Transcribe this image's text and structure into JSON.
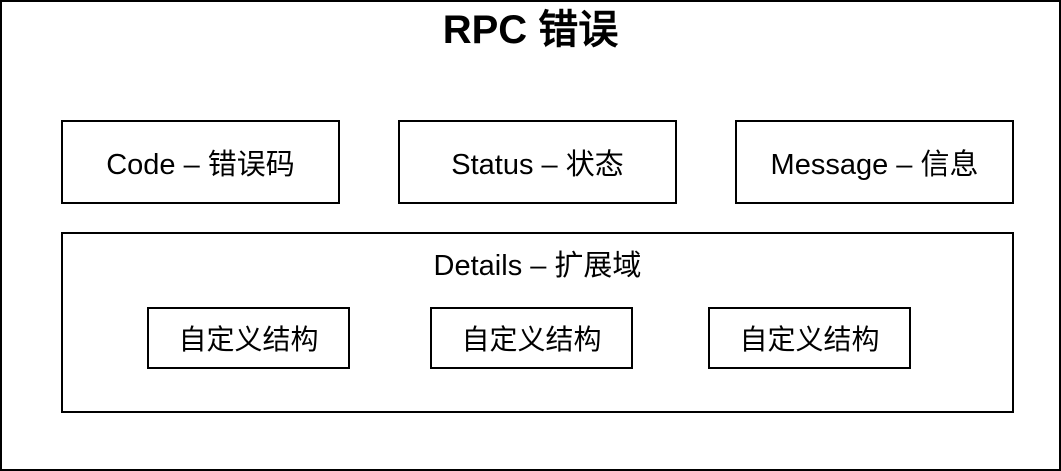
{
  "diagram": {
    "title": "RPC 错误",
    "fields": [
      {
        "label": "Code – 错误码"
      },
      {
        "label": "Status – 状态"
      },
      {
        "label": "Message – 信息"
      }
    ],
    "details": {
      "label": "Details – 扩展域",
      "items": [
        {
          "label": "自定义结构"
        },
        {
          "label": "自定义结构"
        },
        {
          "label": "自定义结构"
        }
      ]
    },
    "colors": {
      "border": "#000000",
      "background": "#ffffff",
      "text": "#000000"
    }
  }
}
